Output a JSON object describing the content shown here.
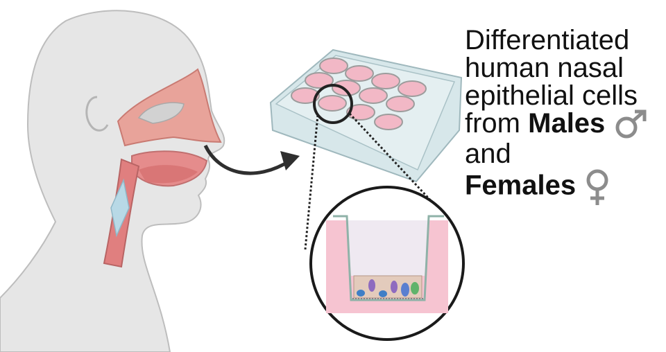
{
  "caption": {
    "line1": "Differentiated",
    "line2": "human nasal",
    "line3": "epithelial cells",
    "line4_prefix": "from ",
    "males": "Males",
    "line5": "and",
    "females": "Females"
  },
  "icons": {
    "male": "male-symbol-icon",
    "female": "female-symbol-icon",
    "arrow": "curved-arrow-icon"
  },
  "colors": {
    "skin": "#e8e8e8",
    "skin_outline": "#bdbdbd",
    "tissue_pink": "#e58c8c",
    "medium_pink": "#f7b8c9",
    "plate": "#d7e7ea",
    "symbol_gray": "#8c8c8c"
  }
}
